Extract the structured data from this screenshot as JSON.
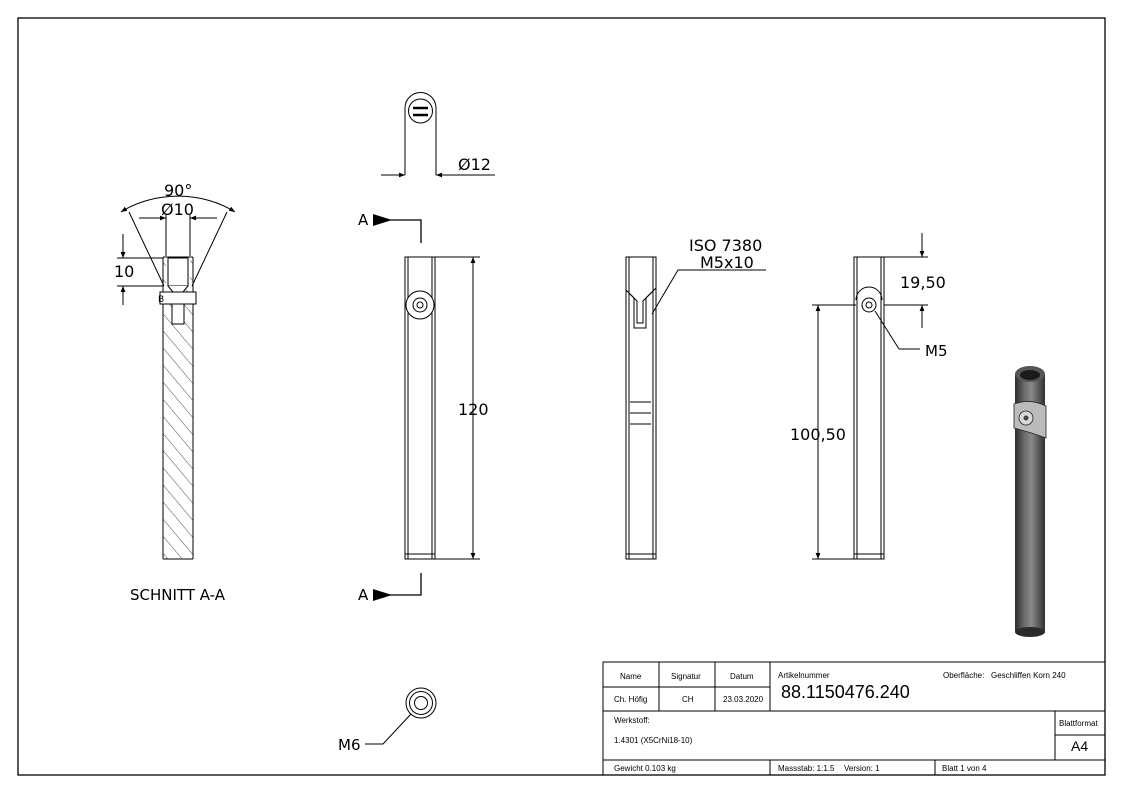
{
  "views": {
    "section_label": "SCHNITT A-A",
    "section_marker": "A",
    "top_dim": "Ø12",
    "angle": "90°",
    "hole_dia": "Ø10",
    "depth": "10",
    "length": "120",
    "iso_line1": "ISO 7380",
    "iso_line2": "M5x10",
    "dim_1950": "19,50",
    "dim_10050": "100,50",
    "thread_m5": "M5",
    "thread_m6": "M6",
    "detail_letter": "B"
  },
  "title_block": {
    "col_name": "Name",
    "col_sig": "Signatur",
    "col_date": "Datum",
    "name": "Ch. Höfig",
    "sig": "CH",
    "date": "23.03.2020",
    "article_label": "Artikelnummer",
    "article_no": "88.1150476.240",
    "surface_label": "Oberfläche:",
    "surface_value": "Geschliffen Korn 240",
    "material_label": "Werkstoff:",
    "material_value": "1.4301 (X5CrNi18-10)",
    "format_label": "Blattformat",
    "format_value": "A4",
    "weight": "Gewicht 0.103 kg",
    "scale": "Massstab: 1:1.5",
    "version": "Version: 1",
    "sheet": "Blatt 1 von 4"
  }
}
